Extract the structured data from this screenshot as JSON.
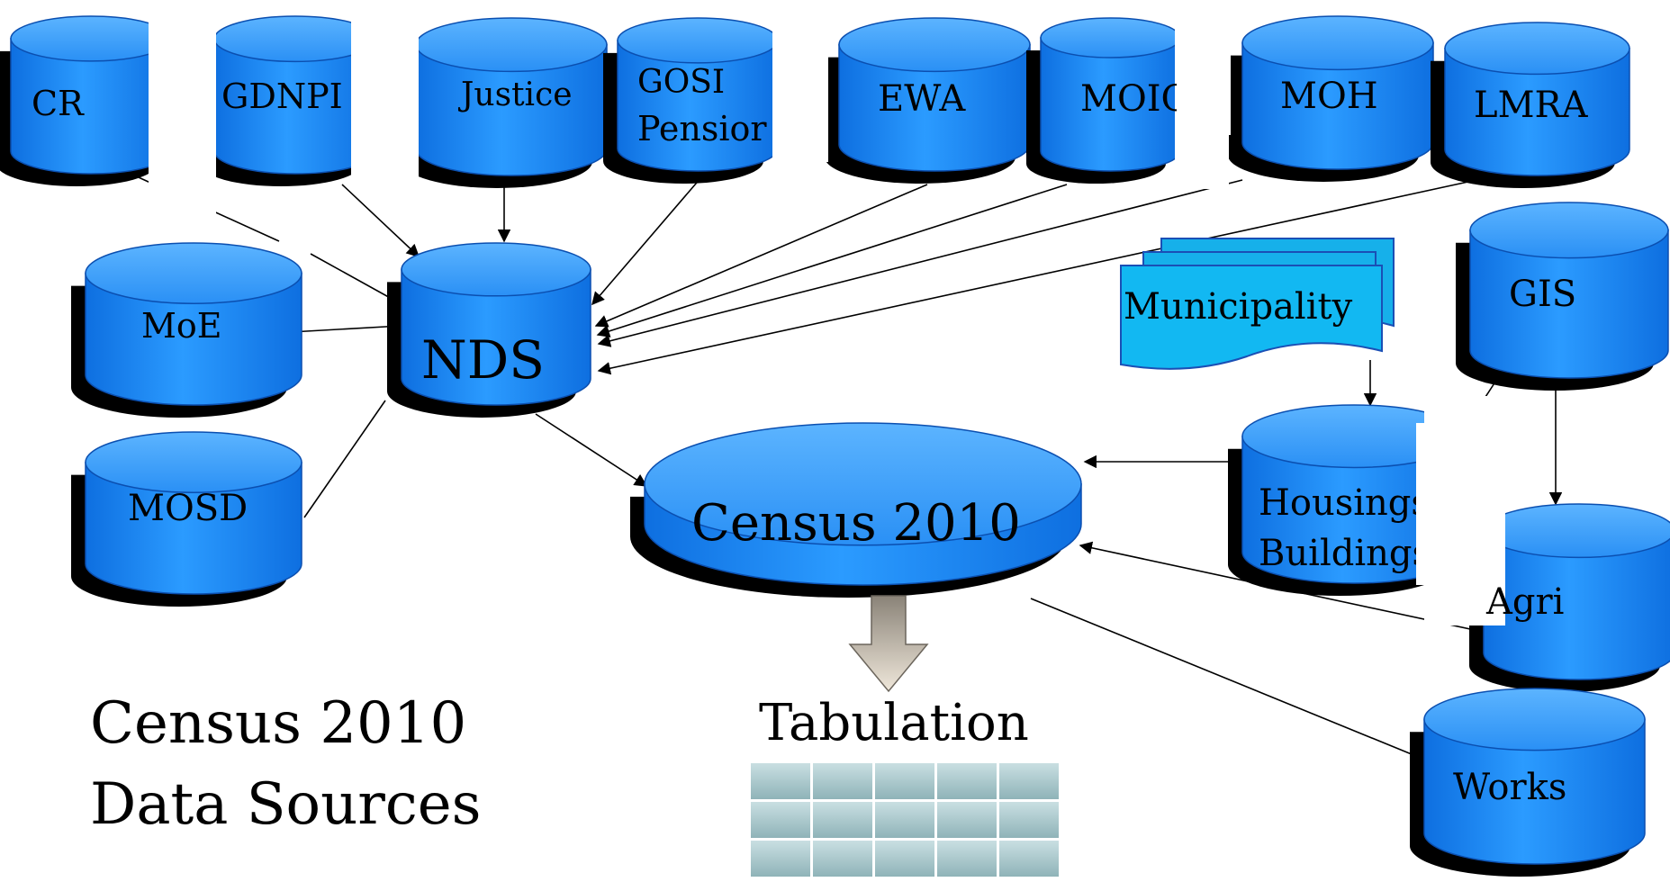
{
  "colors": {
    "db_fill": "#1e90ff",
    "db_top": "#3aa0ff",
    "db_edge": "#0b4fb0",
    "doc_fill": "#16b8f0",
    "shadow": "#000000",
    "arrow_fill": "#cfc2ad",
    "table_cell": "#9fc1c6"
  },
  "databases": {
    "cr": "CR",
    "gdnpr": "GDNPI",
    "justice": "Justice",
    "gosi_line1": "GOSI",
    "gosi_line2": "Pensior",
    "ewa": "EWA",
    "moic": "MOIC",
    "moh": "MOH",
    "lmra": "LMRA",
    "moe": "MoE",
    "nds": "NDS",
    "mosd": "MOSD",
    "census": "Census 2010",
    "housing_line1": "Housings",
    "housing_line2": "Buildings",
    "gis": "GIS",
    "agri": "Agri",
    "works": "Works"
  },
  "documents": {
    "municipality": "Municipality"
  },
  "output": {
    "tabulation": "Tabulation"
  },
  "caption": {
    "line1": "Census 2010",
    "line2": "Data Sources"
  }
}
